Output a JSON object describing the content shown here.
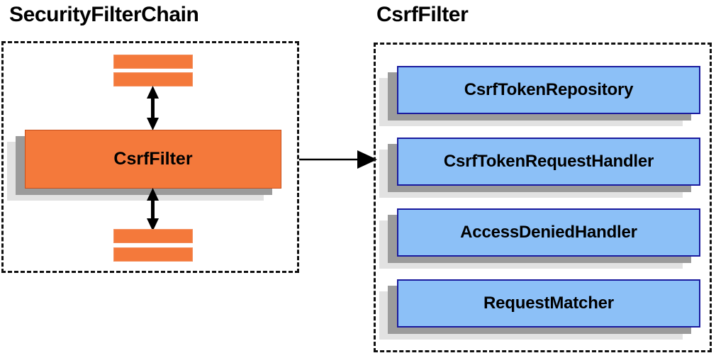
{
  "diagram": {
    "type": "component-collaboration-diagram",
    "background": "#ffffff",
    "panels": [
      {
        "id": "security-filter-chain",
        "title": "SecurityFilterChain",
        "border_style": "dashed",
        "border_color": "#111111",
        "accent_color": "#f4793b",
        "focus_box": {
          "label": "CsrfFilter",
          "fill": "#f4793b",
          "stroke": "#c8501c"
        },
        "abbreviated_filters_above": 2,
        "abbreviated_filters_below": 2,
        "connectors": [
          {
            "name": "chain-link-above",
            "kind": "double-arrow",
            "orientation": "vertical"
          },
          {
            "name": "chain-link-below",
            "kind": "double-arrow",
            "orientation": "vertical"
          }
        ]
      },
      {
        "id": "csrf-filter-detail",
        "title": "CsrfFilter",
        "border_style": "dashed",
        "border_color": "#111111",
        "accent_color": "#8cc0f7",
        "collaborators": [
          {
            "label": "CsrfTokenRepository",
            "fill": "#8cc0f7",
            "stroke": "#1a1a9e"
          },
          {
            "label": "CsrfTokenRequestHandler",
            "fill": "#8cc0f7",
            "stroke": "#1a1a9e"
          },
          {
            "label": "AccessDeniedHandler",
            "fill": "#8cc0f7",
            "stroke": "#1a1a9e"
          },
          {
            "label": "RequestMatcher",
            "fill": "#8cc0f7",
            "stroke": "#1a1a9e"
          }
        ]
      }
    ],
    "cross_panel_arrow": {
      "name": "expands-into-arrow",
      "kind": "single-arrow",
      "orientation": "horizontal",
      "from": "CsrfFilter",
      "to": "csrf-filter-detail"
    },
    "shadow_colors": {
      "near": "#9b9b9b",
      "far": "#e2e2e2"
    }
  }
}
